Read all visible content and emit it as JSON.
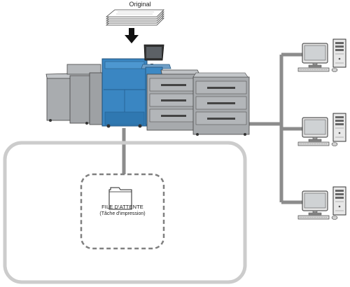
{
  "diagram": {
    "original_label": "Original",
    "queue_title": "FILE D'ATTENTE",
    "queue_subtitle": "(Tâche d'impression)"
  },
  "colors": {
    "connector": "#8c8c8c",
    "panel_border": "#cccccc",
    "printer_body": "#a3a6a9",
    "printer_accent_blue": "#3a86c2",
    "dashed_queue_border": "#808080"
  },
  "icons": {
    "document_stack": "document-stack-icon",
    "arrow": "down-arrow-icon",
    "printer": "production-printer-icon",
    "folder": "folder-icon",
    "workstation": "desktop-computer-icon"
  }
}
